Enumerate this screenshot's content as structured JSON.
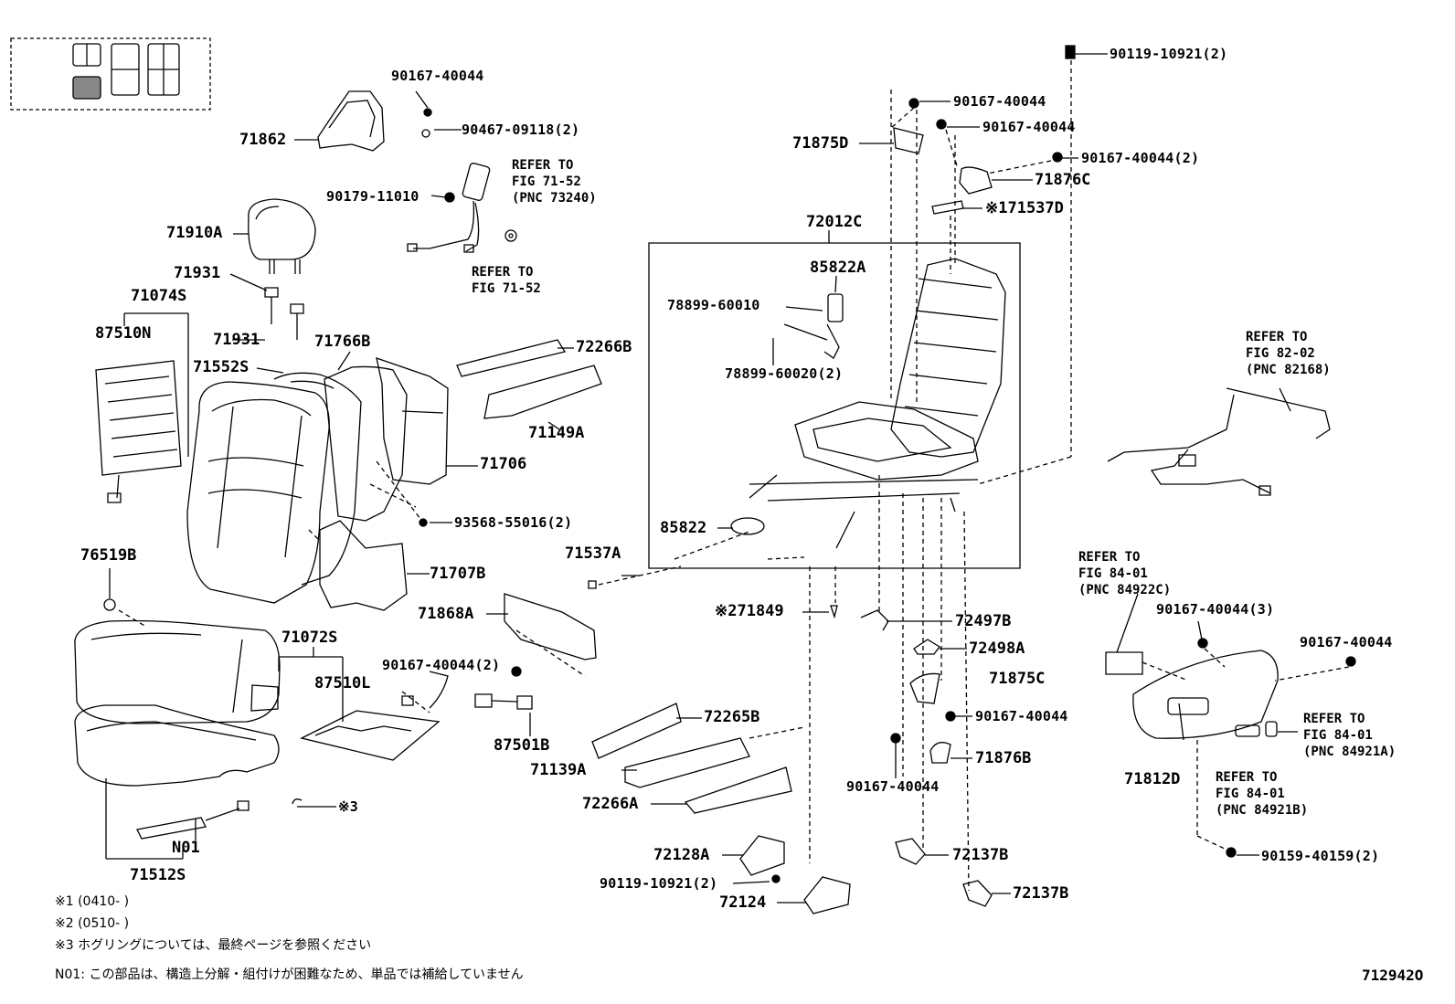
{
  "figure_id": "712942O",
  "callouts": {
    "p90167_40044_a": "90167-40044",
    "p90467_09118": "90467-09118(2)",
    "p71862": "71862",
    "ref_fig_71_52_a": "REFER TO\nFIG 71-52\n(PNC 73240)",
    "p90179_11010": "90179-11010",
    "ref_fig_71_52_b": "REFER TO\nFIG 71-52",
    "p71910A": "71910A",
    "p71931_a": "71931",
    "p71074S": "71074S",
    "p87510N": "87510N",
    "p71931_b": "71931",
    "p71766B": "71766B",
    "p71552S": "71552S",
    "p72266B": "72266B",
    "p71149A": "71149A",
    "p71706": "71706",
    "p93568_55016": "93568-55016(2)",
    "p76519B": "76519B",
    "p71537A": "71537A",
    "p71707B": "71707B",
    "p71868A": "71868A",
    "p71072S": "71072S",
    "p90167_40044_2": "90167-40044(2)",
    "p87510L": "87510L",
    "p87501B": "87501B",
    "p72265B": "72265B",
    "p71139A": "71139A",
    "p72266A": "72266A",
    "p72128A": "72128A",
    "p90119_10921_b": "90119-10921(2)",
    "p72124": "72124",
    "sym3": "※3",
    "pN01": "N01",
    "p71512S": "71512S",
    "p90119_10921_a": "90119-10921(2)",
    "p90167_40044_b": "90167-40044",
    "p90167_40044_c": "90167-40044",
    "p71875D": "71875D",
    "p90167_40044_2b": "90167-40044(2)",
    "p71876C": "71876C",
    "p71537D": "※171537D",
    "p72012C": "72012C",
    "p85822A": "85822A",
    "p78899_60010": "78899-60010",
    "p78899_60020": "78899-60020(2)",
    "p85822": "85822",
    "p71849": "※271849",
    "p72497B": "72497B",
    "p72498A": "72498A",
    "p71875C": "71875C",
    "p90167_40044_d": "90167-40044",
    "p71876B": "71876B",
    "p90167_40044_e": "90167-40044",
    "p72137B_a": "72137B",
    "p72137B_b": "72137B",
    "ref_fig_82_02": "REFER TO\nFIG 82-02\n(PNC 82168)",
    "ref_fig_84_01_a": "REFER TO\nFIG 84-01\n(PNC 84922C)",
    "p90167_40044_3": "90167-40044(3)",
    "p90167_40044_f": "90167-40044",
    "ref_fig_84_01_b": "REFER TO\nFIG 84-01\n(PNC 84921A)",
    "p71812D": "71812D",
    "ref_fig_84_01_c": "REFER TO\nFIG 84-01\n(PNC 84921B)",
    "p90159_40159": "90159-40159(2)"
  },
  "notes": {
    "n1": "※1 (0410-     )",
    "n2": "※2 (0510-     )",
    "n3": "※3 ホグリングについては、最終ページを参照ください",
    "n4": "N01: この部品は、構造上分解・組付けが困難なため、単品では補給していません"
  }
}
